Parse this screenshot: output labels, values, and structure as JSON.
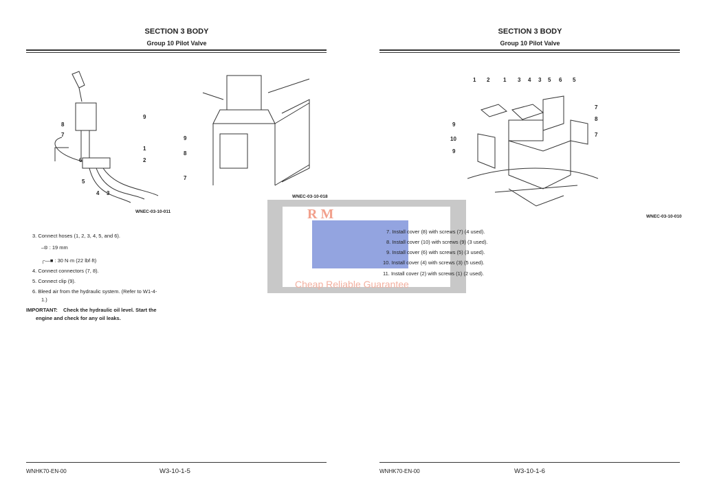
{
  "left_page": {
    "section": "SECTION 3 BODY",
    "group": "Group 10 Pilot Valve",
    "fig1": {
      "caption": "WNEC-03-10-011",
      "callouts": [
        "9",
        "8",
        "7",
        "1",
        "2",
        "6",
        "5",
        "4",
        "3"
      ]
    },
    "fig2": {
      "caption": "WNEC-03-10-018",
      "callouts": [
        "9",
        "8",
        "7"
      ]
    },
    "steps": [
      "3.  Connect hoses (1, 2, 3, 4, 5, and 6).",
      ": 19 mm",
      ": 30 N·m (22 lbf·ft)",
      "4.  Connect connectors (7, 8).",
      "5.  Connect clip (9).",
      "6.  Bleed air from the hydraulic system. (Refer to W1-4-",
      "1.)"
    ],
    "important_label": "IMPORTANT:",
    "important_text": "Check the hydraulic oil level. Start the",
    "important_text2": "engine and check for any oil leaks.",
    "footer_code": "WNHK70-EN-00",
    "page_number": "W3-10-1-5"
  },
  "right_page": {
    "section": "SECTION 3 BODY",
    "group": "Group 10 Pilot Valve",
    "fig": {
      "caption": "WNEC-03-10-010",
      "callouts": [
        "1",
        "2",
        "1",
        "3",
        "4",
        "3",
        "5",
        "6",
        "5",
        "7",
        "8",
        "7",
        "9",
        "10",
        "9"
      ]
    },
    "steps": [
      "7.  Install cover (8) with screws (7) (4 used).",
      "8.  Install cover (10) with screws (9) (3 used).",
      "9.  Install cover (6) with screws (5) (3 used).",
      "10.  Install cover (4) with screws (3) (5 used).",
      "11.  Install cover (2) with screws (1) (2 used)."
    ],
    "footer_code": "WNHK70-EN-00",
    "page_number": "W3-10-1-6"
  },
  "watermark": {
    "logo_text": "R M",
    "tagline": "Cheap Reliable Guarantee"
  }
}
